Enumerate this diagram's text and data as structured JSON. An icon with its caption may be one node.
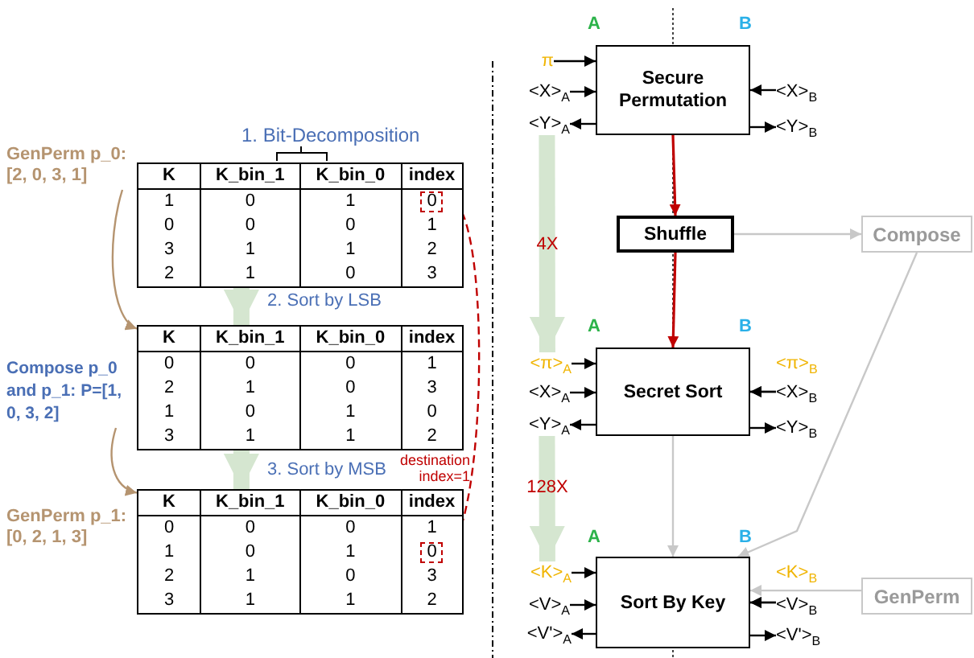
{
  "diagram": {
    "nodes": [
      {
        "text": [
          "GenPerm p_0: [2, 0, 3, 1]"
        ]
      },
      {
        "text": [
          "K",
          "K_bin_1",
          "K_bin_0",
          "index",
          "1",
          "0",
          "1",
          "0",
          "0",
          "0",
          "1",
          "3",
          "1",
          "1",
          "2",
          "2",
          "1",
          "0",
          "3"
        ]
      },
      {
        "text": [
          "0"
        ],
        "in": 1
      },
      {
        "text": [
          "Compose p_0 and p_1: P=[1, 0, 3, 2]"
        ]
      },
      {
        "text": [
          "K",
          "K_bin_1",
          "K_bin_0",
          "index",
          "0",
          "0",
          "0",
          "1",
          "2",
          "1",
          "0",
          "3",
          "1",
          "0",
          "1",
          "0",
          "3",
          "1",
          "1",
          "2"
        ]
      },
      {
        "text": [
          "GenPerm p_1: [0, 2, 1, 3]"
        ]
      },
      {
        "text": [
          "K",
          "K_bin_1",
          "K_bin_0",
          "index",
          "0",
          "0",
          "0",
          "1",
          "1",
          "0",
          "1",
          "2",
          "1",
          "0",
          "3",
          "3",
          "1",
          "1",
          "2"
        ]
      },
      {
        "text": [
          "0"
        ],
        "in": 6
      },
      {
        "text": [
          "π"
        ]
      },
      {
        "text": [
          "<X>$_{A}$"
        ]
      },
      {
        "text": [
          "<Y>$_{A}$"
        ]
      },
      {
        "text": [
          "Secure Permutation"
        ]
      },
      {
        "text": [
          "<X>$_{B}$"
        ]
      },
      {
        "text": [
          "<Y>$_{B}$"
        ]
      },
      {
        "text": [
          "Shuffle"
        ]
      },
      {
        "text": [
          "Compose"
        ]
      },
      {
        "text": [
          "<π>$_{A}$"
        ]
      },
      {
        "text": [
          "<X>$_{A}$"
        ]
      },
      {
        "text": [
          "<Y>$_{A}$"
        ]
      },
      {
        "text": [
          "Secret Sort"
        ]
      },
      {
        "text": [
          "<π>$_{B}$"
        ]
      },
      {
        "text": [
          "<X>$_{B}$"
        ]
      },
      {
        "text": [
          "<Y>$_{B}$"
        ]
      },
      {
        "text": [
          "<K>$_{A}$"
        ]
      },
      {
        "text": [
          "<V>$_{A}$"
        ]
      },
      {
        "text": [
          "<V'>$_{A}$"
        ]
      },
      {
        "text": [
          "Sort By Key"
        ]
      },
      {
        "text": [
          "<K>$_{B}$"
        ]
      },
      {
        "text": [
          "<V>$_{B}$"
        ]
      },
      {
        "text": [
          "<V'>$_{B}$"
        ]
      },
      {
        "text": [
          "GenPerm"
        ]
      }
    ],
    "edges": [
      {
        "from": 1,
        "to": 4,
        "arrow": "to",
        "label": "2. Sort by LSB",
        "style": "thick",
        "color": "#d5e6d0"
      },
      {
        "from": 4,
        "to": 6,
        "arrow": "to",
        "label": "3. Sort by MSB",
        "style": "thick",
        "color": "#d5e6d0"
      },
      {
        "from": 0,
        "to": 4,
        "arrow": "to",
        "color": "#b59470"
      },
      {
        "from": 3,
        "to": 6,
        "arrow": "to",
        "color": "#b59470"
      },
      {
        "from": 2,
        "to": 7,
        "arrow": "to",
        "label": "destination index=1",
        "style": "dashed",
        "color": "#c00000"
      },
      {
        "from": 8,
        "to": 11,
        "arrow": "to"
      },
      {
        "from": 9,
        "to": 11,
        "arrow": "to"
      },
      {
        "from": 11,
        "to": 10,
        "arrow": "to"
      },
      {
        "from": 12,
        "to": 11,
        "arrow": "to"
      },
      {
        "from": 11,
        "to": 13,
        "arrow": "to"
      },
      {
        "from": 11,
        "to": 14,
        "arrow": "to",
        "color": "#c00000"
      },
      {
        "from": 14,
        "to": 19,
        "arrow": "to",
        "color": "#c00000"
      },
      {
        "from": 14,
        "to": 15,
        "arrow": "to",
        "color": "#c8c8c8"
      },
      {
        "from": 15,
        "to": 26,
        "arrow": "to",
        "color": "#c8c8c8"
      },
      {
        "from": 19,
        "to": 26,
        "arrow": "to",
        "color": "#c8c8c8"
      },
      {
        "from": 30,
        "to": 26,
        "arrow": "to",
        "color": "#c8c8c8"
      },
      {
        "from": 16,
        "to": 19,
        "arrow": "to"
      },
      {
        "from": 17,
        "to": 19,
        "arrow": "to"
      },
      {
        "from": 19,
        "to": 18,
        "arrow": "to"
      },
      {
        "from": 20,
        "to": 19,
        "arrow": "to"
      },
      {
        "from": 21,
        "to": 19,
        "arrow": "to"
      },
      {
        "from": 19,
        "to": 22,
        "arrow": "to"
      },
      {
        "from": 23,
        "to": 26,
        "arrow": "to"
      },
      {
        "from": 24,
        "to": 26,
        "arrow": "to"
      },
      {
        "from": 26,
        "to": 25,
        "arrow": "to"
      },
      {
        "from": 27,
        "to": 26,
        "arrow": "to"
      },
      {
        "from": 28,
        "to": 26,
        "arrow": "to"
      },
      {
        "from": 26,
        "to": 29,
        "arrow": "to"
      },
      {
        "from": 10,
        "to": 16,
        "arrow": "to",
        "label": "4X",
        "style": "thick",
        "color": "#d5e6d0"
      },
      {
        "from": 18,
        "to": 23,
        "arrow": "to",
        "label": "128X",
        "style": "thick",
        "color": "#d5e6d0"
      }
    ],
    "labels": [
      "1. Bit-Decomposition",
      "A",
      "B",
      "A",
      "B",
      "A",
      "B"
    ]
  }
}
